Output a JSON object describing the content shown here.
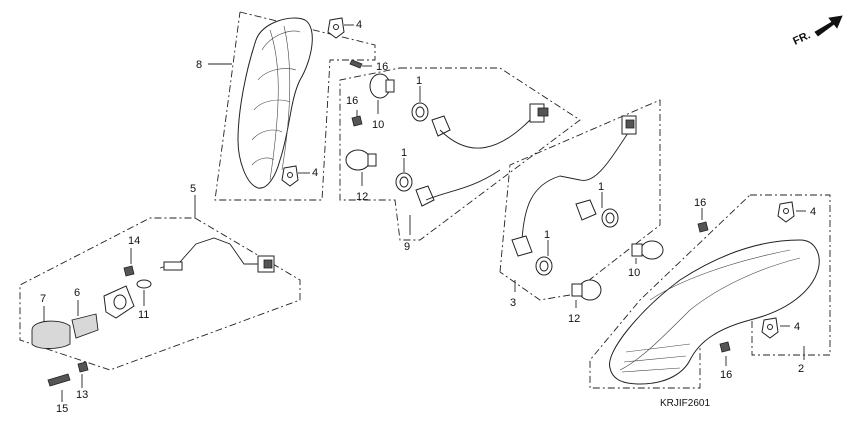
{
  "diagram": {
    "orientation_label": "FR.",
    "diagram_code": "KRJIF2601",
    "callouts": [
      {
        "id": "c8",
        "label": "8"
      },
      {
        "id": "c4a",
        "label": "4"
      },
      {
        "id": "c16a",
        "label": "16"
      },
      {
        "id": "c1a",
        "label": "1"
      },
      {
        "id": "c16b",
        "label": "16"
      },
      {
        "id": "c10a",
        "label": "10"
      },
      {
        "id": "c1b",
        "label": "1"
      },
      {
        "id": "c4b",
        "label": "4"
      },
      {
        "id": "c12a",
        "label": "12"
      },
      {
        "id": "c9",
        "label": "9"
      },
      {
        "id": "c5",
        "label": "5"
      },
      {
        "id": "c14",
        "label": "14"
      },
      {
        "id": "c7",
        "label": "7"
      },
      {
        "id": "c6",
        "label": "6"
      },
      {
        "id": "c11",
        "label": "11"
      },
      {
        "id": "c13",
        "label": "13"
      },
      {
        "id": "c15",
        "label": "15"
      },
      {
        "id": "c1c",
        "label": "1"
      },
      {
        "id": "c1d",
        "label": "1"
      },
      {
        "id": "c10b",
        "label": "10"
      },
      {
        "id": "c3",
        "label": "3"
      },
      {
        "id": "c12b",
        "label": "12"
      },
      {
        "id": "c16c",
        "label": "16"
      },
      {
        "id": "c4c",
        "label": "4"
      },
      {
        "id": "c4d",
        "label": "4"
      },
      {
        "id": "c16d",
        "label": "16"
      },
      {
        "id": "c2",
        "label": "2"
      }
    ]
  }
}
